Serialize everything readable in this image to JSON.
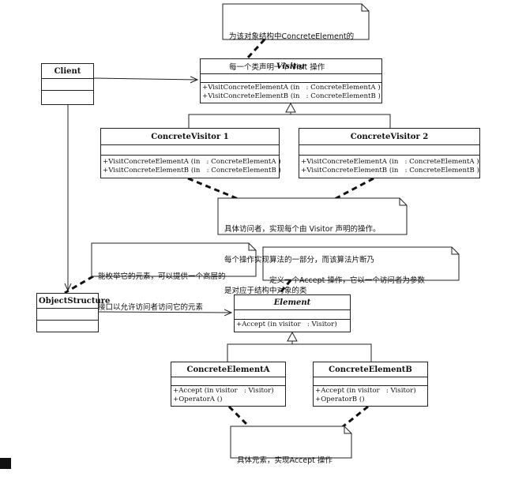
{
  "classes": {
    "client": {
      "name": "Client"
    },
    "visitor": {
      "name": "Visitor",
      "ops": [
        "+VisitConcreteElementA (in   : ConcreteElementA )",
        "+VisitConcreteElementB (in   : ConcreteElementB )"
      ]
    },
    "cv1": {
      "name": "ConcreteVisitor 1",
      "ops": [
        "+VisitConcreteElementA (in   : ConcreteElementA )",
        "+VisitConcreteElementB (in   : ConcreteElementB )"
      ]
    },
    "cv2": {
      "name": "ConcreteVisitor 2",
      "ops": [
        "+VisitConcreteElementA (in   : ConcreteElementA )",
        "+VisitConcreteElementB (in   : ConcreteElementB )"
      ]
    },
    "objstruct": {
      "name": "ObjectStructure"
    },
    "element": {
      "name": "Element",
      "ops": [
        "+Accept (in visitor   : Visitor)"
      ]
    },
    "cea": {
      "name": "ConcreteElementA",
      "ops": [
        "+Accept (in visitor   : Visitor)",
        "+OperatorA ()"
      ]
    },
    "ceb": {
      "name": "ConcreteElementB",
      "ops": [
        "+Accept (in visitor   : Visitor)",
        "+OperatorB ()"
      ]
    }
  },
  "notes": {
    "visitor_note": [
      "为该对象结构中ConcreteElement的",
      "每一个类声明一个 Visit 操作"
    ],
    "concrete_visitor_note": [
      "具体访问者，实现每个由 Visitor 声明的操作。",
      "每个操作实现算法的一部分，而该算法片断乃",
      "是对应于结构中对象的类"
    ],
    "objstruct_note": [
      "能枚举它的元素，可以提供一个高层的",
      "接口以允许访问者访问它的元素"
    ],
    "element_note": [
      "定义一个Accept 操作，它以一个访问者为参数"
    ],
    "concrete_element_note": [
      "具体元素，实现Accept 操作"
    ]
  }
}
